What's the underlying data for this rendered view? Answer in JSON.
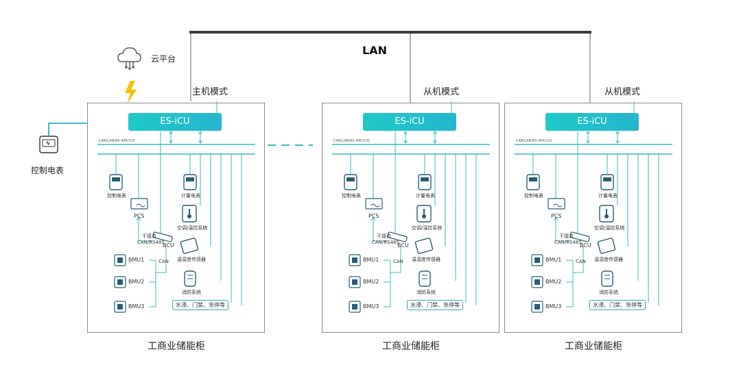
{
  "lan": {
    "label": "LAN"
  },
  "cloud": {
    "label": "云平台"
  },
  "outer_meter": {
    "label": "控制电表"
  },
  "cabinets": [
    {
      "mode": "主机模式",
      "icu": "ES-iCU",
      "bus": "CAN/LAN/RS-485/1/O",
      "meter_ctrl": "控制电表",
      "meter_measure": "计量电表",
      "pcs": "PCS",
      "hvac": "空调/温控系统",
      "dryer_label": "干接点",
      "can_rs485": "CAN/RS485",
      "bcu": "BCU",
      "humidity": "温湿度传感器",
      "bmu": [
        "BMU1",
        "BMU2",
        "BMU3"
      ],
      "can": "CAN",
      "fire": "消防系统",
      "misc": "水浸、门禁、急停等",
      "title": "工商业储能柜"
    },
    {
      "mode": "从机模式",
      "icu": "ES-iCU",
      "bus": "CAN/LAN/RS-485/1/O",
      "meter_ctrl": "控制电表",
      "meter_measure": "计量电表",
      "pcs": "PCS",
      "hvac": "空调/温控系统",
      "dryer_label": "干接点",
      "can_rs485": "CAN/RS485",
      "bcu": "BCU",
      "humidity": "温湿度传感器",
      "bmu": [
        "BMU1",
        "BMU2",
        "BMU3"
      ],
      "can": "CAN",
      "fire": "消防系统",
      "misc": "水浸、门禁、急停等",
      "title": "工商业储能柜"
    },
    {
      "mode": "从机模式",
      "icu": "ES-iCU",
      "bus": "CAN/LAN/RS-485/1/O",
      "meter_ctrl": "控制电表",
      "meter_measure": "计量电表",
      "pcs": "PCS",
      "hvac": "空调/温控系统",
      "dryer_label": "干接点",
      "can_rs485": "CAN/RS485",
      "bcu": "BCU",
      "humidity": "温湿度传感器",
      "bmu": [
        "BMU1",
        "BMU2",
        "BMU3"
      ],
      "can": "CAN",
      "fire": "消防系统",
      "misc": "水浸、门禁、急停等",
      "title": "工商业储能柜"
    }
  ],
  "colors": {
    "accent": "#1fc9c5",
    "line": "#3cb8c0",
    "bolt": "#f5c400",
    "lan_bar": "#3d3d3d"
  },
  "icons": [
    "cloud-icon",
    "lightning-icon",
    "meter-icon",
    "battery-icon",
    "thermostat-icon",
    "sensor-icon",
    "chip-icon",
    "fire-extinguisher-icon"
  ]
}
